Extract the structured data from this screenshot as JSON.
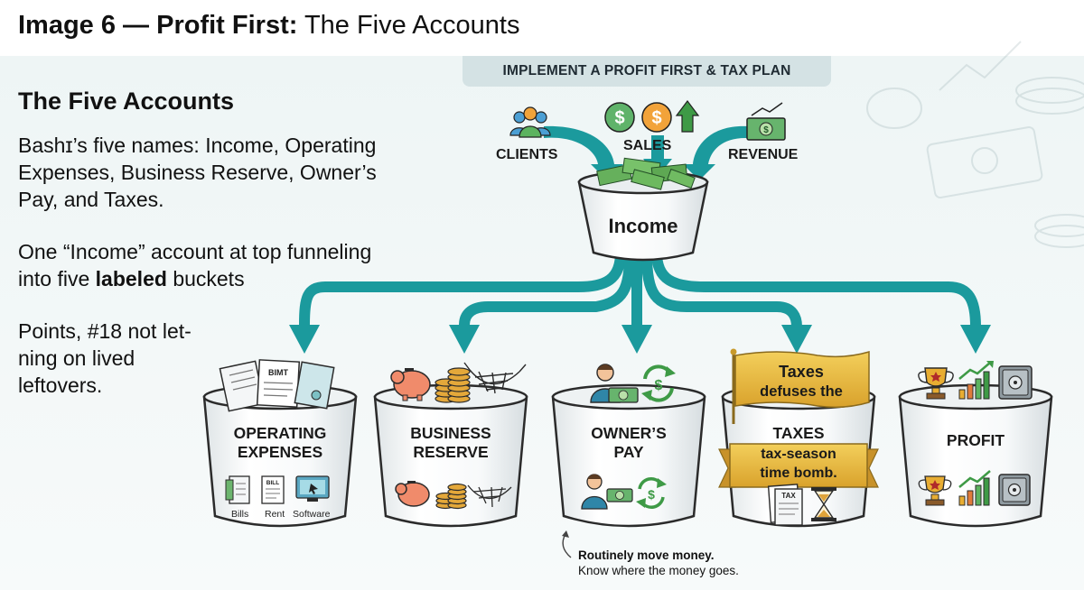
{
  "page": {
    "title_bold": "Image 6 — Profit First:",
    "title_rest": "The Five Accounts"
  },
  "left_panel": {
    "heading": "The Five Accounts",
    "para1": "Bashɪ’s five names: Income, Operating Expenses, Business Reserve, Owner’s Pay, and Taxes.",
    "para2_pre": "One “Income” account at top funneling into five",
    "para2_bold": "labeled",
    "para2_post": "buckets",
    "para3": "Points, #18 not let-ning on lived leftovers."
  },
  "banner": "IMPLEMENT A PROFIT FIRST & TAX PLAN",
  "sources": [
    "CLIENTS",
    "SALES",
    "REVENUE"
  ],
  "income_label": "Income",
  "buckets": [
    {
      "label": "OPERATING\nEXPENSES",
      "icons": [
        "bills-icon",
        "rent-icon",
        "software-icon"
      ],
      "captions": [
        "Bills",
        "Rent",
        "Software"
      ]
    },
    {
      "label": "BUSINESS\nRESERVE",
      "icons": [
        "piggy-bank-icon",
        "coin-stack-icon",
        "safety-net-icon"
      ]
    },
    {
      "label": "OWNER’S\nPAY",
      "icons": [
        "person-icon",
        "cash-icon",
        "recycle-dollar-icon"
      ]
    },
    {
      "label": "TAXES",
      "icons": [
        "tax-form-icon",
        "hourglass-icon"
      ]
    },
    {
      "label": "PROFIT",
      "icons": [
        "trophy-icon",
        "growth-chart-icon",
        "safe-icon"
      ]
    }
  ],
  "document_texts": [
    "BIMT",
    "BILL",
    "TAX"
  ],
  "taxes_flag": {
    "line1": "Taxes",
    "line2": "defuses the"
  },
  "taxes_ribbon": {
    "line1": "tax-season",
    "line2": "time bomb."
  },
  "note": {
    "title": "Routinely move money.",
    "subtitle": "Know where the money goes."
  },
  "colors": {
    "arrow_teal": "#1b9a9d",
    "gold": "#e0b13a",
    "money_green": "#3e9a46",
    "bucket_outline": "#2b2b2b"
  }
}
